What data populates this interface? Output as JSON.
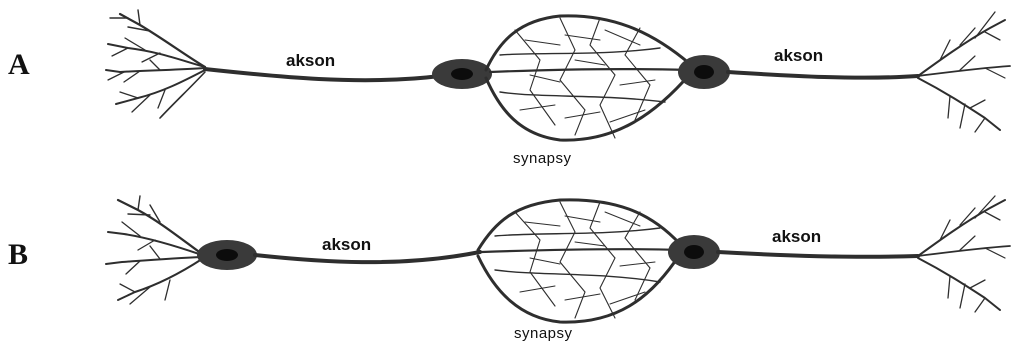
{
  "rows": [
    {
      "letter": "A",
      "axon_left_label": "akson",
      "axon_right_label": "akson",
      "synapse_label": "synapsy"
    },
    {
      "letter": "B",
      "axon_left_label": "akson",
      "axon_right_label": "akson",
      "synapse_label": "synapsy"
    }
  ],
  "colors": {
    "ink": "#2e2e2e",
    "soma": "#3a3a3a",
    "nucleus": "#0c0c0c"
  }
}
